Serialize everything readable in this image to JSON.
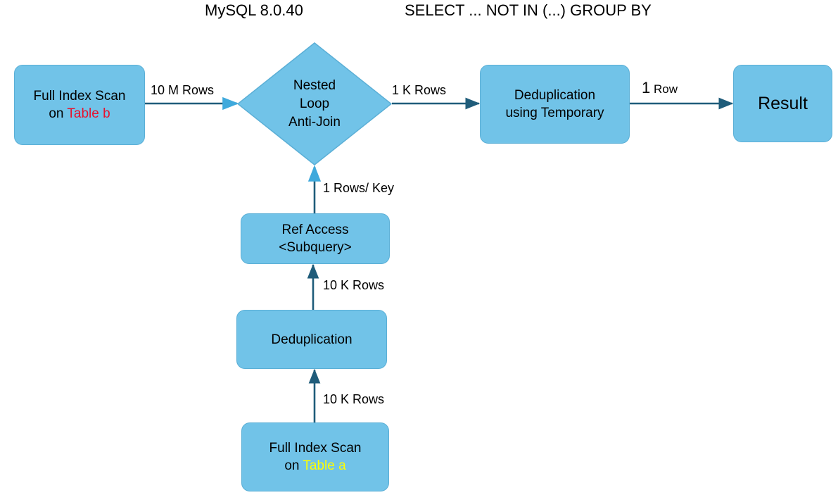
{
  "titles": {
    "left": "MySQL 8.0.40",
    "right": "SELECT ... NOT IN (...) GROUP BY"
  },
  "colors": {
    "node_fill": "#71C3E8",
    "node_border": "#5BAFD6",
    "edge": "#1F5C7A",
    "table_b_text": "#E8112D",
    "table_a_text": "#FFFF00",
    "text": "#000000",
    "background": "#FFFFFF"
  },
  "nodes": {
    "full_index_scan_b": {
      "line1": "Full Index Scan",
      "line2_prefix": "on ",
      "line2_table": "Table b"
    },
    "nested_loop_anti_join": {
      "line1": "Nested",
      "line2": "Loop",
      "line3": "Anti-Join"
    },
    "dedup_temporary": {
      "line1": "Deduplication",
      "line2": "using Temporary"
    },
    "result": {
      "label": "Result"
    },
    "ref_access": {
      "line1": "Ref Access",
      "line2": "<Subquery>"
    },
    "deduplication": {
      "label": "Deduplication"
    },
    "full_index_scan_a": {
      "line1": "Full Index Scan",
      "line2_prefix": "on ",
      "line2_table": "Table a"
    }
  },
  "edge_labels": {
    "scan_b_to_join": "10 M Rows",
    "join_to_dedup": "1 K Rows",
    "dedup_to_result_num": "1",
    "dedup_to_result_unit": "Row",
    "ref_access_to_join": "1 Rows/ Key",
    "dedup_to_ref_access": "10 K Rows",
    "scan_a_to_dedup": "10 K Rows"
  }
}
